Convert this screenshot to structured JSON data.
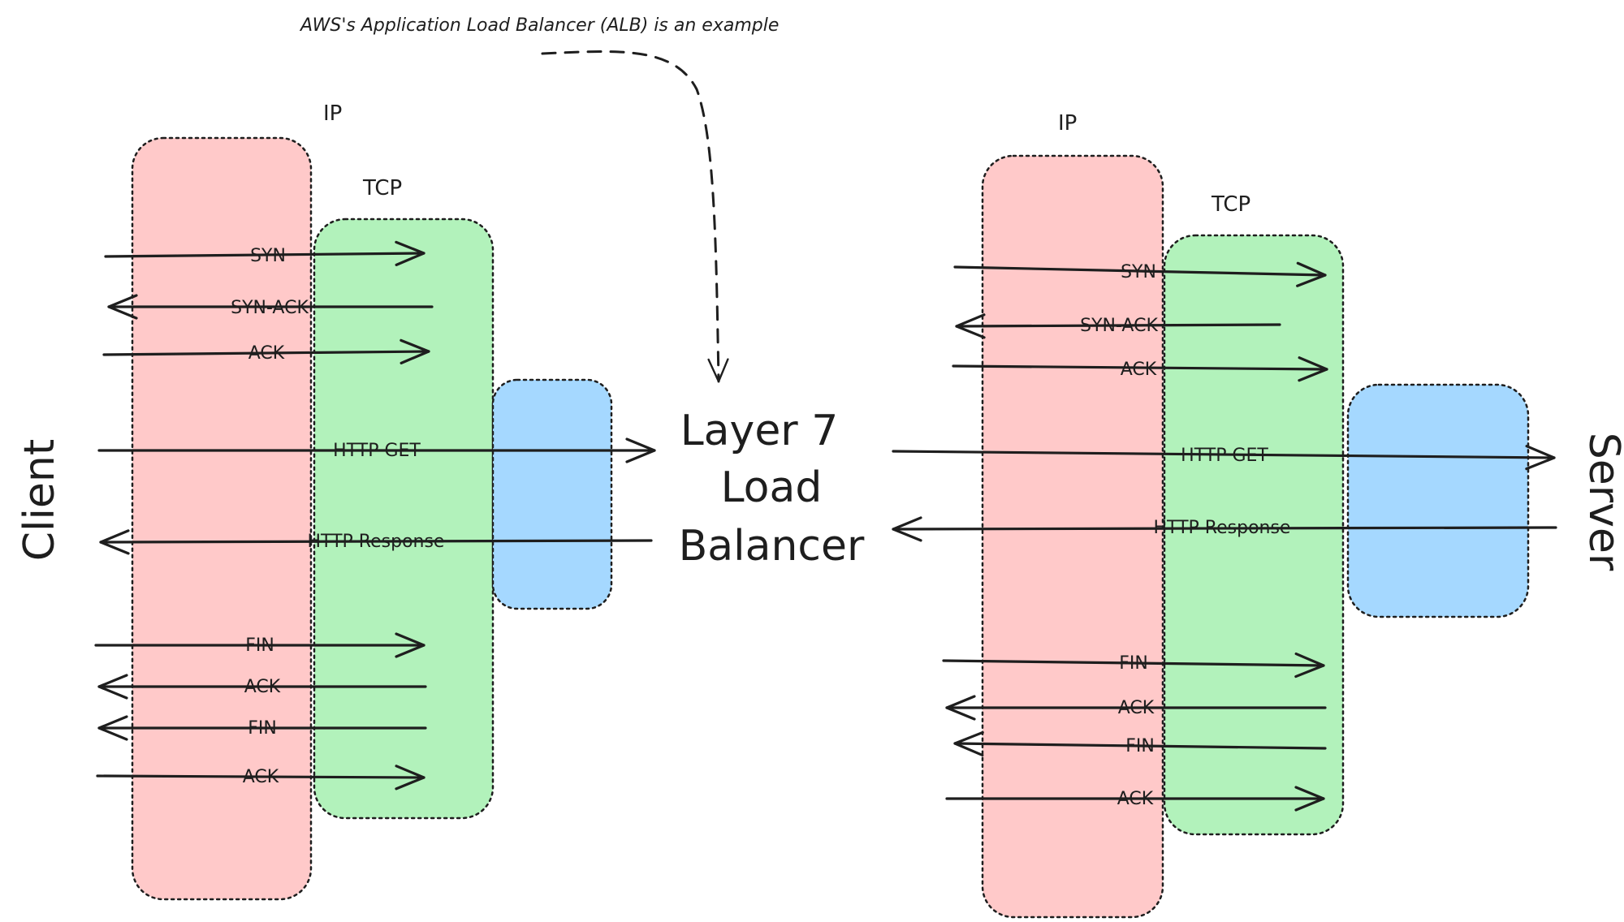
{
  "annotation": {
    "text": "AWS's Application Load Balancer (ALB) is an example"
  },
  "load_balancer": {
    "lines": [
      "Layer 7",
      "Load",
      "Balancer"
    ]
  },
  "client": {
    "label": "Client"
  },
  "server": {
    "label": "Server"
  },
  "layers": {
    "ip": "IP",
    "tcp": "TCP"
  },
  "colors": {
    "ip_fill": "#ffc9c9",
    "tcp_fill": "#b2f2bb",
    "app_fill": "#a5d8ff",
    "stroke": "#1e1e1e"
  },
  "left_messages": [
    "SYN",
    "SYN-ACK",
    "ACK",
    "HTTP GET",
    "HTTP Response",
    "FIN",
    "ACK",
    "FIN",
    "ACK"
  ],
  "right_messages": [
    "SYN",
    "SYN-ACK",
    "ACK",
    "HTTP GET",
    "HTTP Response",
    "FIN",
    "ACK",
    "FIN",
    "ACK"
  ]
}
